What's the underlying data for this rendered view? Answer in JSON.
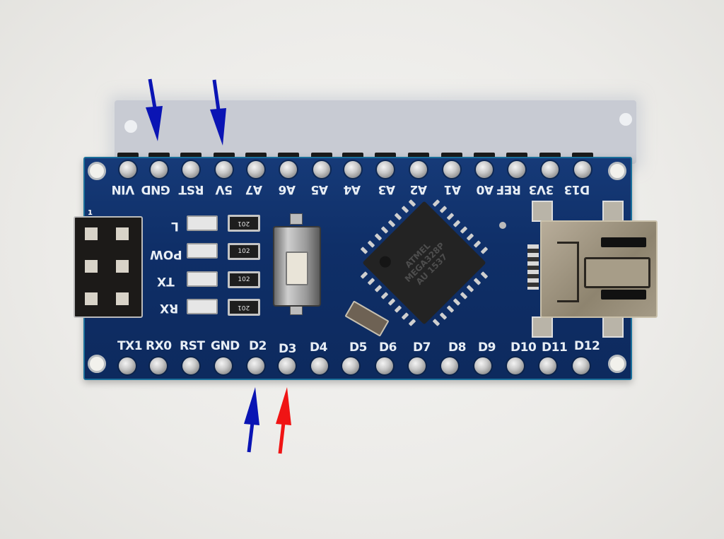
{
  "scene": {
    "subject": "Arduino Nano board (top view) with annotation arrows",
    "board_color": "#0f2f68",
    "background_color": "#eceae6"
  },
  "top_header": {
    "labels": [
      "VIN",
      "GND",
      "RST",
      "5V",
      "A7",
      "A6",
      "A5",
      "A4",
      "A3",
      "A2",
      "A1",
      "AREF",
      "3V3",
      "D13"
    ],
    "printed_labels_raw": [
      "VIN",
      "GND",
      "RST",
      "5V",
      "A7",
      "A6",
      "A5",
      "A4",
      "A3",
      "A2",
      "A1",
      "A0",
      "REF",
      "3V3",
      "D13"
    ],
    "label_orientation": "upside-down"
  },
  "bottom_header": {
    "labels": [
      "TX1",
      "RX0",
      "RST",
      "GND",
      "D2",
      "D3",
      "D4",
      "D5",
      "D6",
      "D7",
      "D8",
      "D9",
      "D10",
      "D11",
      "D12"
    ]
  },
  "status_leds": [
    {
      "label": "L",
      "resistor_code": "201"
    },
    {
      "label": "POW",
      "resistor_code": "102"
    },
    {
      "label": "TX",
      "resistor_code": "102"
    },
    {
      "label": "RX",
      "resistor_code": "201"
    }
  ],
  "icsp": {
    "pin1_marker": "1"
  },
  "mcu": {
    "brand": "ATMEL",
    "part": "MEGA328P",
    "line3": "AU 1537"
  },
  "annotations": {
    "arrows": [
      {
        "target": "GND (top header)",
        "color": "#0a14b4",
        "direction": "down"
      },
      {
        "target": "5V (top header)",
        "color": "#0a14b4",
        "direction": "down"
      },
      {
        "target": "D2 (bottom header)",
        "color": "#0a14b4",
        "direction": "up"
      },
      {
        "target": "D3 (bottom header)",
        "color": "#f01414",
        "direction": "up"
      }
    ]
  }
}
